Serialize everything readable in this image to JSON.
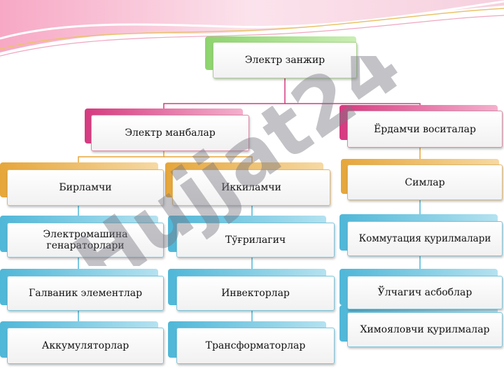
{
  "diagram": {
    "root": "Электр занжир",
    "sources": "Электр манбалар",
    "auxiliary": "Ёрдамчи воситалар",
    "primary": "Бирламчи",
    "secondary": "Иккиламчи",
    "wires": "Симлар",
    "electromachine_line1": "Электромашина",
    "electromachine_line2": "генараторлари",
    "galvanic": "Галваник элементлар",
    "accumulators": "Аккумуляторлар",
    "rectifier": "Тўғрилагич",
    "inverters": "Инвекторлар",
    "transformers": "Трансформаторлар",
    "switching": "Коммутация қурилмалари",
    "measuring": "Ўлчагич асбоблар",
    "protective": "Химояловчи қурилмалар"
  },
  "watermark": {
    "text": "Hujjat24"
  },
  "colors": {
    "green": "#8dd46e",
    "pink": "#d63a80",
    "orange": "#e6a63a",
    "cyan": "#4fb7d8"
  }
}
